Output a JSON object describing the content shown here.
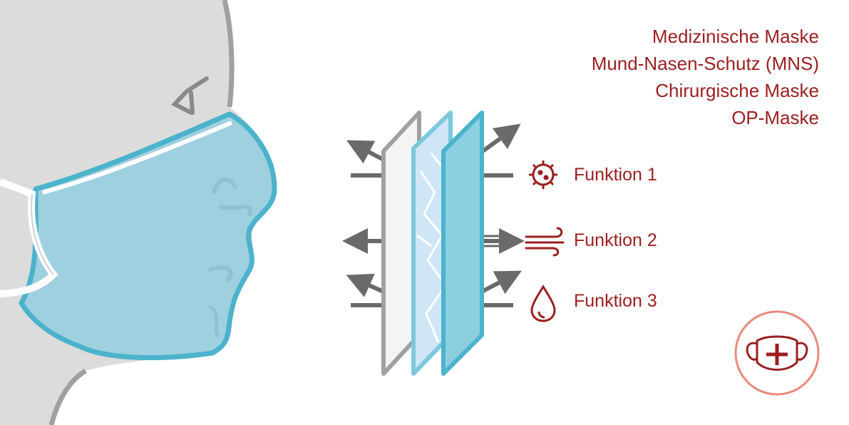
{
  "names": [
    "Medizinische Maske",
    "Mund-Nasen-Schutz (MNS)",
    "Chirurgische Maske",
    "OP-Maske"
  ],
  "functions": [
    {
      "label": "Funktion 1",
      "icon": "virus-icon"
    },
    {
      "label": "Funktion 2",
      "icon": "wind-icon"
    },
    {
      "label": "Funktion 3",
      "icon": "droplet-icon"
    }
  ],
  "colors": {
    "accent": "#9b1f1f",
    "mask": "#9fd0df",
    "mask_edge": "#4bb3cc",
    "head": "#dcdcdc",
    "outline": "#a0a0a0",
    "arrow": "#6a6a6a",
    "layer_outer": "#f4f4f4",
    "layer_middle": "#cfe6f7",
    "layer_inner": "#8ccfe0",
    "badge_ring": "#e88a7c"
  }
}
